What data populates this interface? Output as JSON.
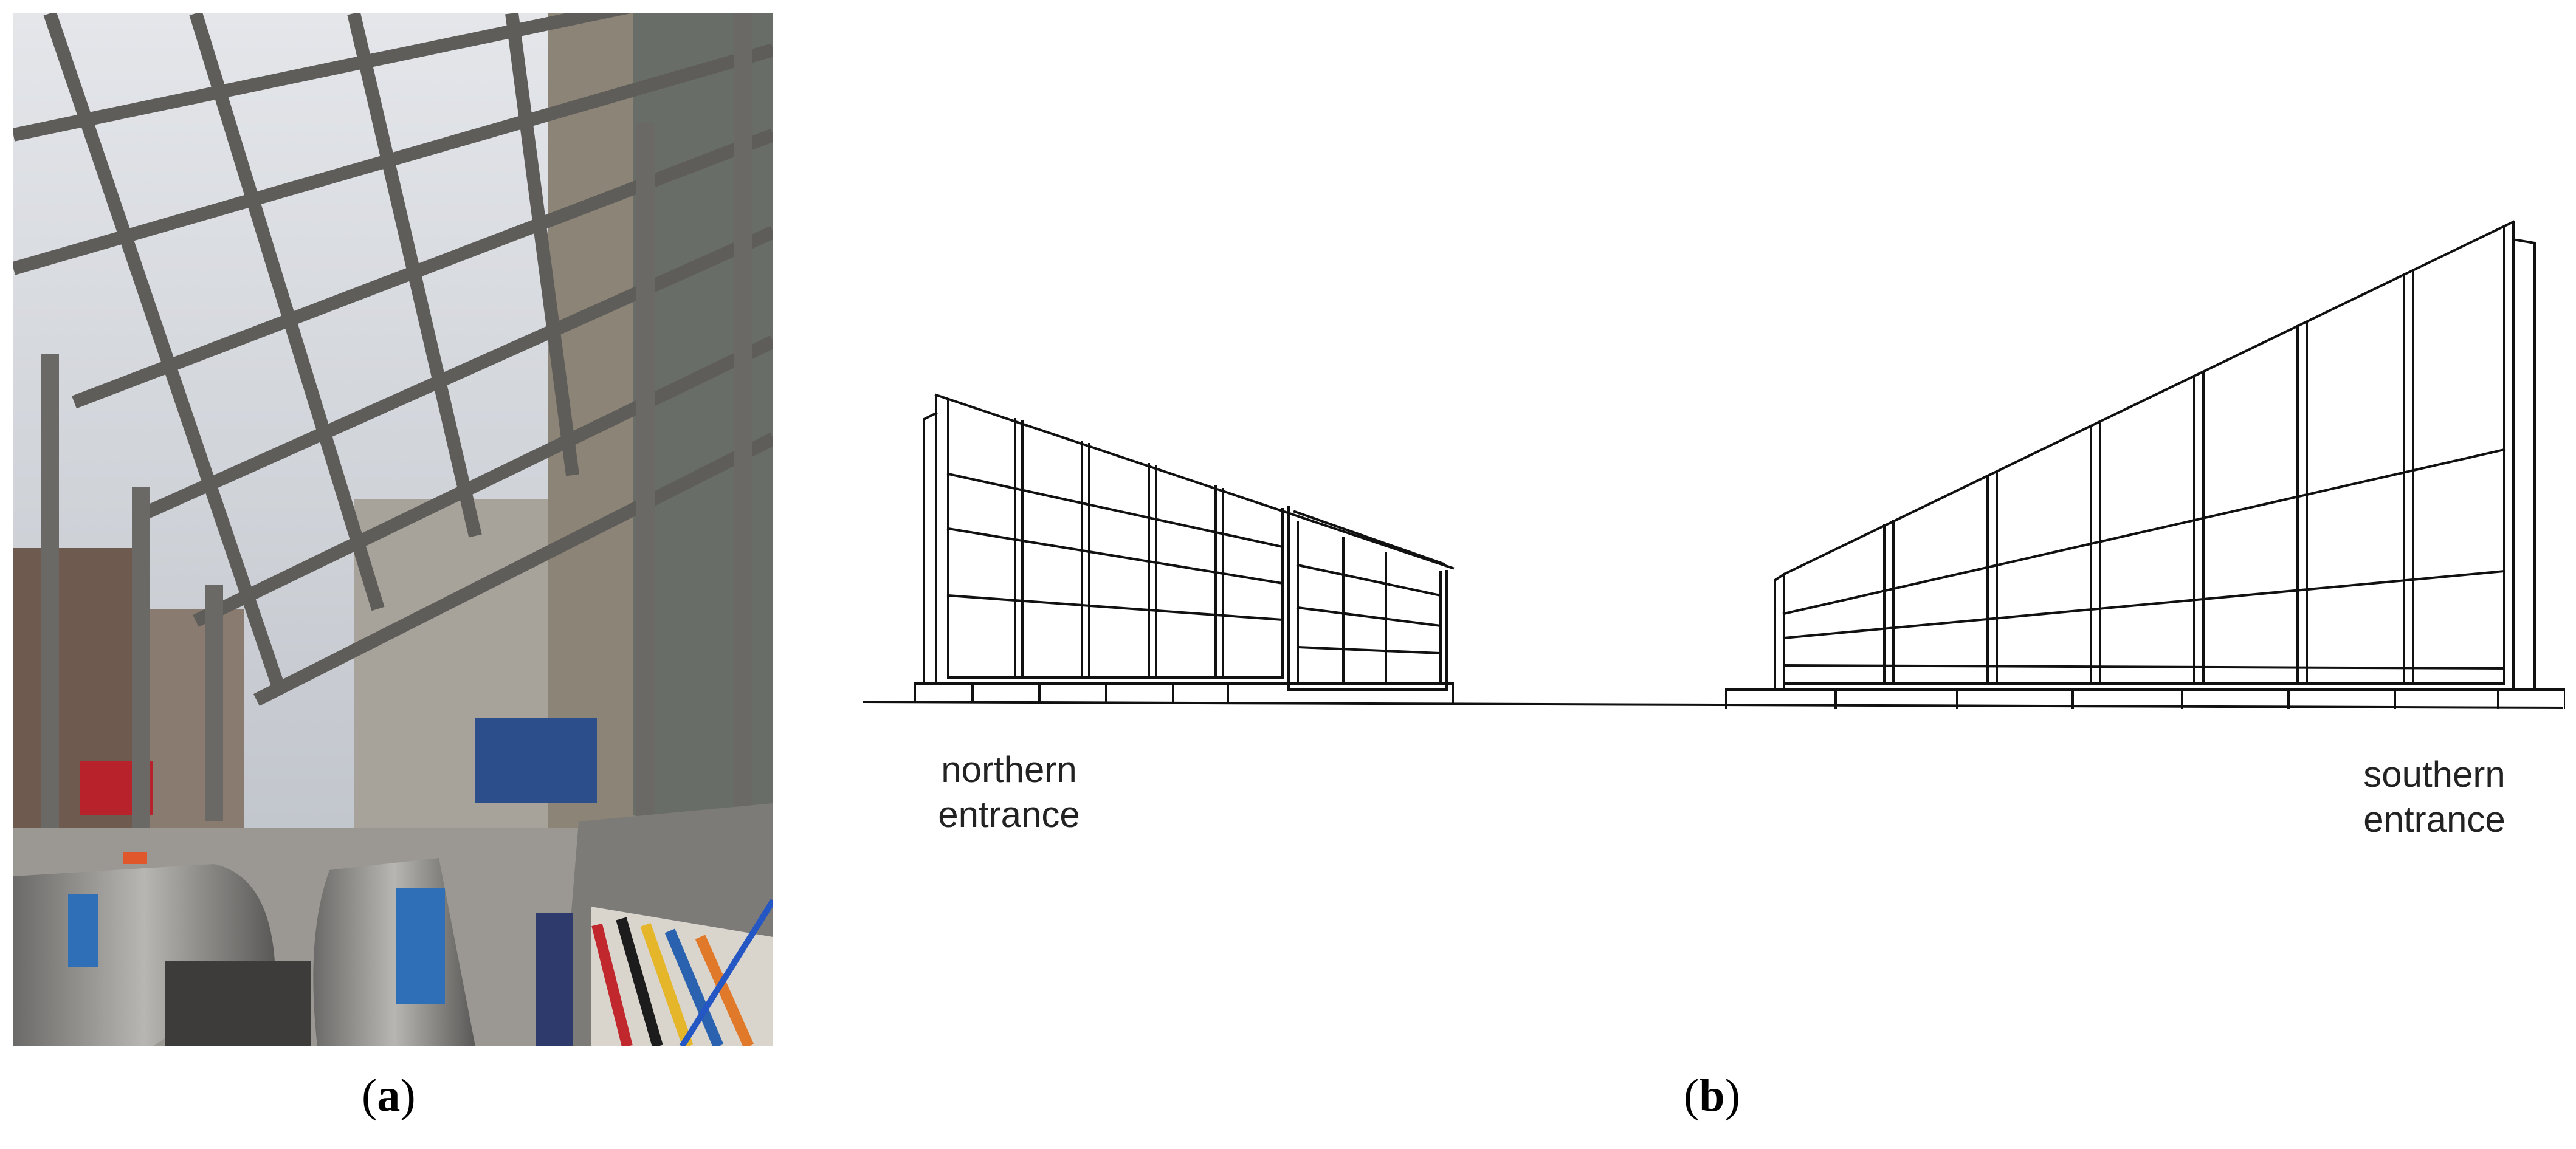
{
  "panel_a": {
    "caption_open": "(",
    "caption_letter": "a",
    "caption_close": ")"
  },
  "panel_b": {
    "caption_open": "(",
    "caption_letter": "b",
    "caption_close": ")",
    "label_north_line1": "northern",
    "label_north_line2": "entrance",
    "label_south_line1": "southern",
    "label_south_line2": "entrance"
  },
  "colors": {
    "sky": "#cfd3d9",
    "frame": "#5f5d5a",
    "steel": "#9a9895",
    "line": "#111111"
  }
}
